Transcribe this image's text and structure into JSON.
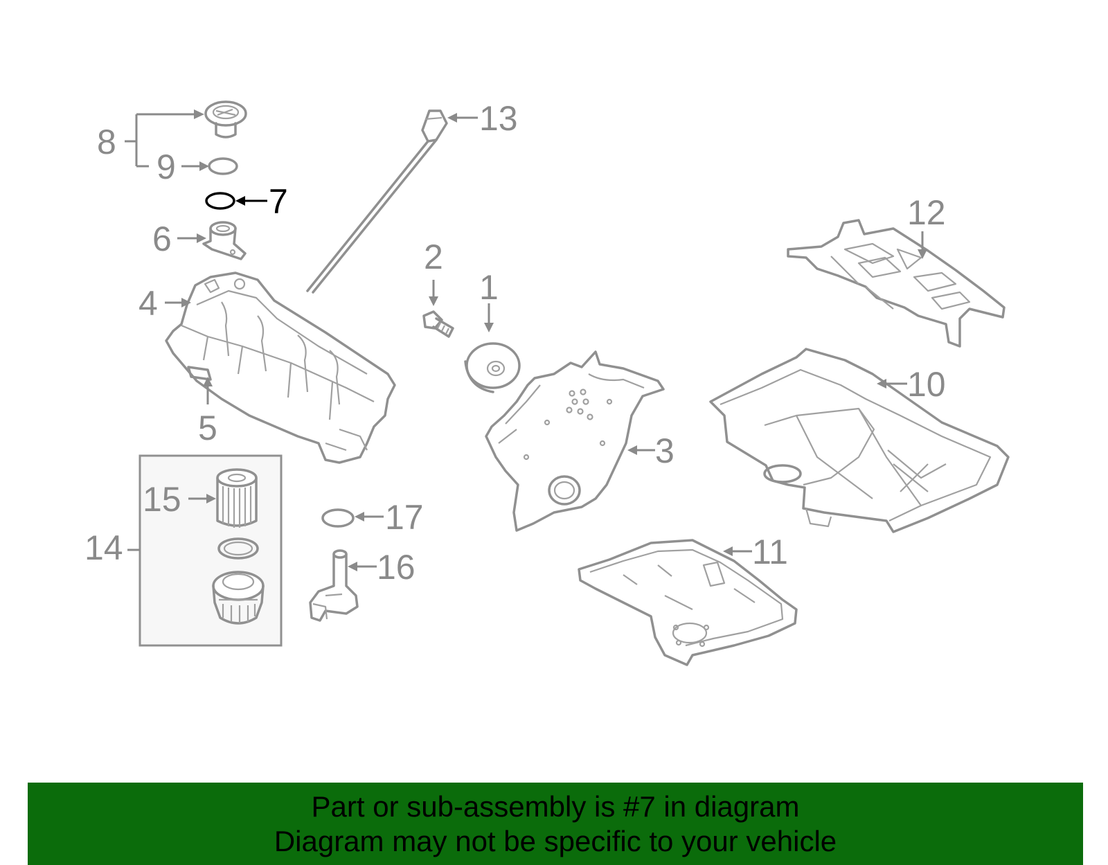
{
  "diagram": {
    "callouts": {
      "c1": "1",
      "c2": "2",
      "c3": "3",
      "c4": "4",
      "c5": "5",
      "c6": "6",
      "c7": "7",
      "c8": "8",
      "c9": "9",
      "c10": "10",
      "c11": "11",
      "c12": "12",
      "c13": "13",
      "c14": "14",
      "c15": "15",
      "c16": "16",
      "c17": "17"
    },
    "highlighted_callout": "7",
    "colors": {
      "line": "#909090",
      "label": "#8a8a8a",
      "highlight": "#000000",
      "banner": "#0b6c0b"
    }
  },
  "footer": {
    "line1": "Part or sub-assembly is #7 in diagram",
    "line2": "Diagram may not be specific to your vehicle"
  }
}
